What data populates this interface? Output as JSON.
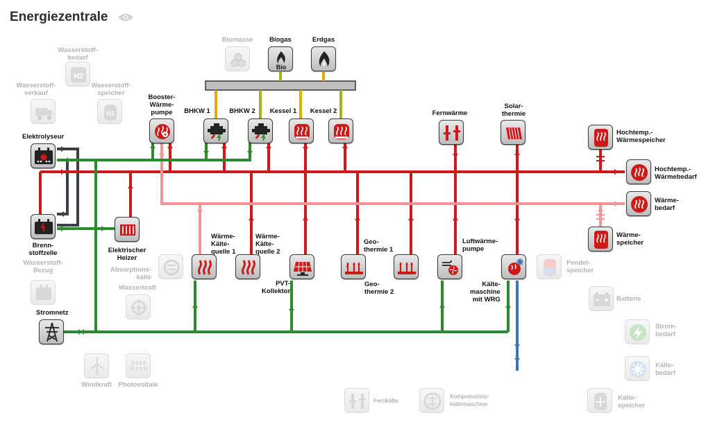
{
  "title": "Energiezentrale",
  "header_icon": "eye-icon",
  "colors": {
    "red": "#cc1a1a",
    "light_red": "#f29595",
    "green": "#2d8a2d",
    "dark": "#3d3f46",
    "blue": "#3b74c4",
    "gold": "#e0ac00",
    "olive": "#a6b417"
  },
  "nodes": {
    "biomasse": {
      "label": "Biomasse",
      "icon": "logs-icon",
      "active": false
    },
    "biogas": {
      "label": "Biogas",
      "icon": "flame-bio-icon",
      "badge": "Bio",
      "active": true
    },
    "erdgas": {
      "label": "Erdgas",
      "icon": "flame-icon",
      "active": true
    },
    "wasserstoffbedarf": {
      "label": "Wasserstoff-\nbedarf",
      "icon": "h2-icon",
      "badge": "H2",
      "active": false
    },
    "wasserstoffverkauf": {
      "label": "Wasserstoff-\nverkauf",
      "icon": "truck-icon",
      "active": false
    },
    "wasserstoffspeicher": {
      "label": "Wasserstoff-\nspeicher",
      "icon": "h2-tank-icon",
      "badge": "H2",
      "active": false
    },
    "elektrolyseur": {
      "label": "Elektrolyseur",
      "icon": "electrolyser-icon",
      "active": true
    },
    "booster": {
      "label": "Booster-\nWärme-\npumpe",
      "icon": "heat-pump-icon",
      "active": true
    },
    "bhkw1": {
      "label": "BHKW 1",
      "icon": "engine-icon",
      "active": true
    },
    "bhkw2": {
      "label": "BHKW 2",
      "icon": "engine-icon",
      "active": true
    },
    "kessel1": {
      "label": "Kessel 1",
      "icon": "boiler-icon",
      "active": true
    },
    "kessel2": {
      "label": "Kessel 2",
      "icon": "boiler-icon",
      "active": true
    },
    "fernwaerme": {
      "label": "Fernwärme",
      "icon": "district-heat-icon",
      "active": true
    },
    "solarthermie": {
      "label": "Solar-\nthermie",
      "icon": "solar-thermal-icon",
      "active": true
    },
    "hochtemp_speicher": {
      "label": "Hochtemp.-\nWärmespeicher",
      "icon": "storage-tank-icon",
      "active": true
    },
    "hochtemp_bedarf": {
      "label": "Hochtemp.-\nWärmebedarf",
      "icon": "heat-demand-icon",
      "active": true
    },
    "waermebedarf": {
      "label": "Wärme-\nbedarf",
      "icon": "heat-demand-icon",
      "active": true
    },
    "waermespeicher": {
      "label": "Wärme-\nspeicher",
      "icon": "storage-tank-icon",
      "active": true
    },
    "brennstoffzelle": {
      "label": "Brenn-\nstoffzelle",
      "icon": "fuel-cell-icon",
      "active": true
    },
    "heizer": {
      "label": "Elektrischer\nHeizer",
      "icon": "electric-heater-icon",
      "active": true
    },
    "wkq1": {
      "label": "Wärme-\nKälte-\nquelle 1",
      "icon": "heat-waves-icon",
      "active": true
    },
    "wkq2": {
      "label": "Wärme-\nKälte-\nquelle 2",
      "icon": "heat-waves-icon",
      "active": true
    },
    "pvt": {
      "label": "PVT-\nKollektor",
      "icon": "pvt-panel-icon",
      "active": true
    },
    "geo1": {
      "label": "Geo-\nthermie 1",
      "icon": "geothermal-icon",
      "active": true
    },
    "geo2": {
      "label": "Geo-\nthermie 2",
      "icon": "geothermal-icon",
      "active": true
    },
    "luftwp": {
      "label": "Luftwärme-\npumpe",
      "icon": "air-heat-pump-icon",
      "active": true
    },
    "kaeltemaschine_wrg": {
      "label": "Kälte-\nmaschine\nmit WRG",
      "icon": "chiller-icon",
      "active": true
    },
    "absorption": {
      "label": "Absorptions-\nkälte",
      "icon": "absorption-icon",
      "active": false
    },
    "wasserstoffbezug": {
      "label": "Wasserstoff-\nBezug",
      "icon": "h2-supply-icon",
      "active": false
    },
    "wasserkraft": {
      "label": "Wasserkraft",
      "icon": "water-wheel-icon",
      "active": false
    },
    "stromnetz": {
      "label": "Stromnetz",
      "icon": "power-pylon-icon",
      "active": true
    },
    "windkraft": {
      "label": "Windkraft",
      "icon": "wind-turbine-icon",
      "active": false
    },
    "photovoltaik": {
      "label": "Photovoltaik",
      "icon": "pv-panel-icon",
      "active": false
    },
    "pendelspeicher": {
      "label": "Pendel-\nspeicher",
      "icon": "buffer-tank-icon",
      "active": false
    },
    "batterie": {
      "label": "Batterie",
      "icon": "battery-icon",
      "active": false
    },
    "strombedarf": {
      "label": "Strom-\nbedarf",
      "icon": "lightning-icon",
      "active": false
    },
    "kaeltebedarf": {
      "label": "Kälte-\nbedarf",
      "icon": "snowflake-icon",
      "active": false
    },
    "fernkaelte": {
      "label": "Fernkälte",
      "icon": "district-cold-icon",
      "active": false
    },
    "kompressionskaelte": {
      "label": "Kompressions-\nkältemaschine",
      "icon": "compressor-icon",
      "active": false
    },
    "kaeltespeicher": {
      "label": "Kälte-\nspeicher",
      "icon": "cold-storage-icon",
      "active": false
    }
  }
}
